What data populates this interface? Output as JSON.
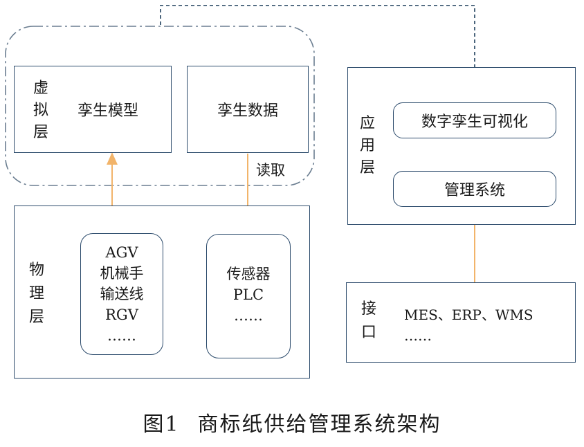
{
  "virtual_layer": {
    "label_chars": [
      "虚",
      "拟",
      "层"
    ],
    "twin_model": "孪生模型",
    "twin_data": "孪生数据"
  },
  "read_label": "读取",
  "physical_layer": {
    "label_chars": [
      "物",
      "理",
      "层"
    ],
    "equipment": [
      "AGV",
      "机械手",
      "输送线",
      "RGV",
      "……"
    ],
    "sensors": [
      "传感器",
      "PLC",
      "……"
    ]
  },
  "application_layer": {
    "label_chars": [
      "应",
      "用",
      "层"
    ],
    "visualization": "数字孪生可视化",
    "management_system": "管理系统"
  },
  "interface": {
    "label_chars": [
      "接",
      "口"
    ],
    "systems": [
      "MES、ERP、WMS",
      "……"
    ]
  },
  "caption": {
    "number": "图1",
    "title": "商标纸供给管理系统架构"
  },
  "colors": {
    "box_border": "#2b4a6b",
    "dash_line": "#6a7d90",
    "arrow_orange": "#f2b46a",
    "arrow_dark": "#1f3f5c",
    "divider": "#b07a6a"
  }
}
